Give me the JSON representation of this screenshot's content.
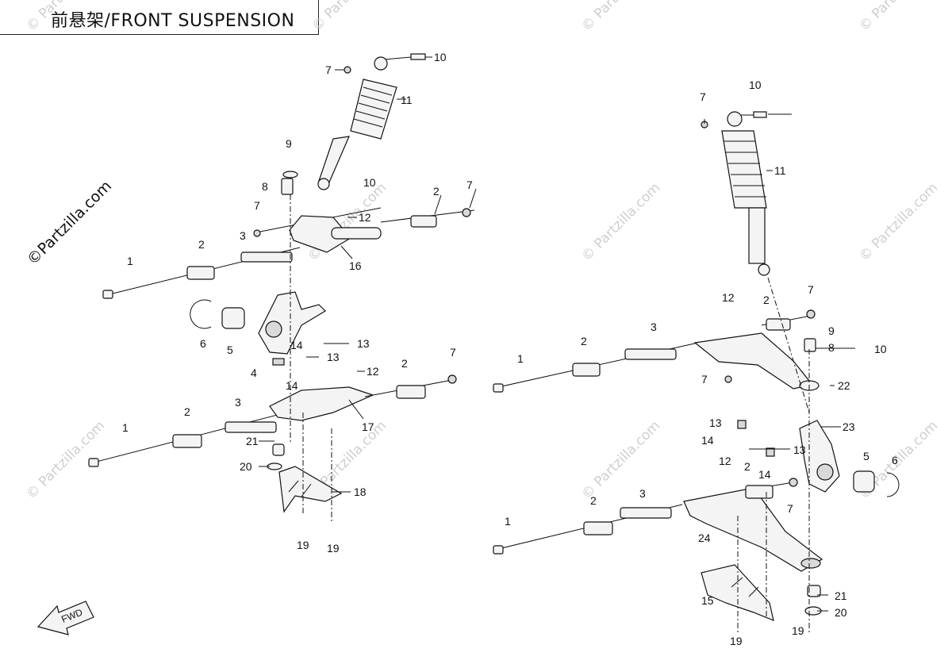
{
  "title": "前悬架/FRONT SUSPENSION",
  "watermark": "©Partzilla.com",
  "watermark_faint": "© Partzilla.com",
  "fwd_label": "FWD",
  "colors": {
    "line": "#111111",
    "watermark": "#cfcfcf",
    "background": "#ffffff"
  },
  "callouts": {
    "left": [
      "10",
      "7",
      "11",
      "9",
      "8",
      "10",
      "7",
      "12",
      "2",
      "7",
      "2",
      "3",
      "16",
      "1",
      "6",
      "5",
      "4",
      "14",
      "13",
      "13",
      "14",
      "12",
      "2",
      "7",
      "3",
      "2",
      "17",
      "1",
      "21",
      "20",
      "18",
      "19",
      "19"
    ],
    "right": [
      "10",
      "7",
      "11",
      "12",
      "2",
      "7",
      "3",
      "9",
      "8",
      "10",
      "2",
      "1",
      "7",
      "22",
      "13",
      "23",
      "14",
      "13",
      "5",
      "6",
      "12",
      "2",
      "14",
      "3",
      "7",
      "2",
      "1",
      "24",
      "21",
      "15",
      "20",
      "19",
      "19"
    ]
  }
}
